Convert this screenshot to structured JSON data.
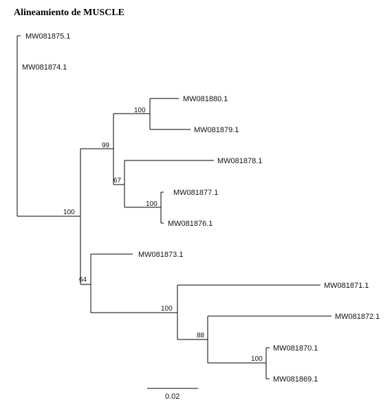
{
  "title": "Alineamiento de MUSCLE",
  "leaves": [
    "MW081875.1",
    "MW081874.1",
    "MW081880.1",
    "MW081879.1",
    "MW081878.1",
    "MW081877.1",
    "MW081876.1",
    "MW081873.1",
    "MW081871.1",
    "MW081872.1",
    "MW081870.1",
    "MW081869.1"
  ],
  "bootstrap": [
    "100",
    "99",
    "100",
    "67",
    "100",
    "64",
    "100",
    "88",
    "100"
  ],
  "scale_bar_label": "0.02"
}
